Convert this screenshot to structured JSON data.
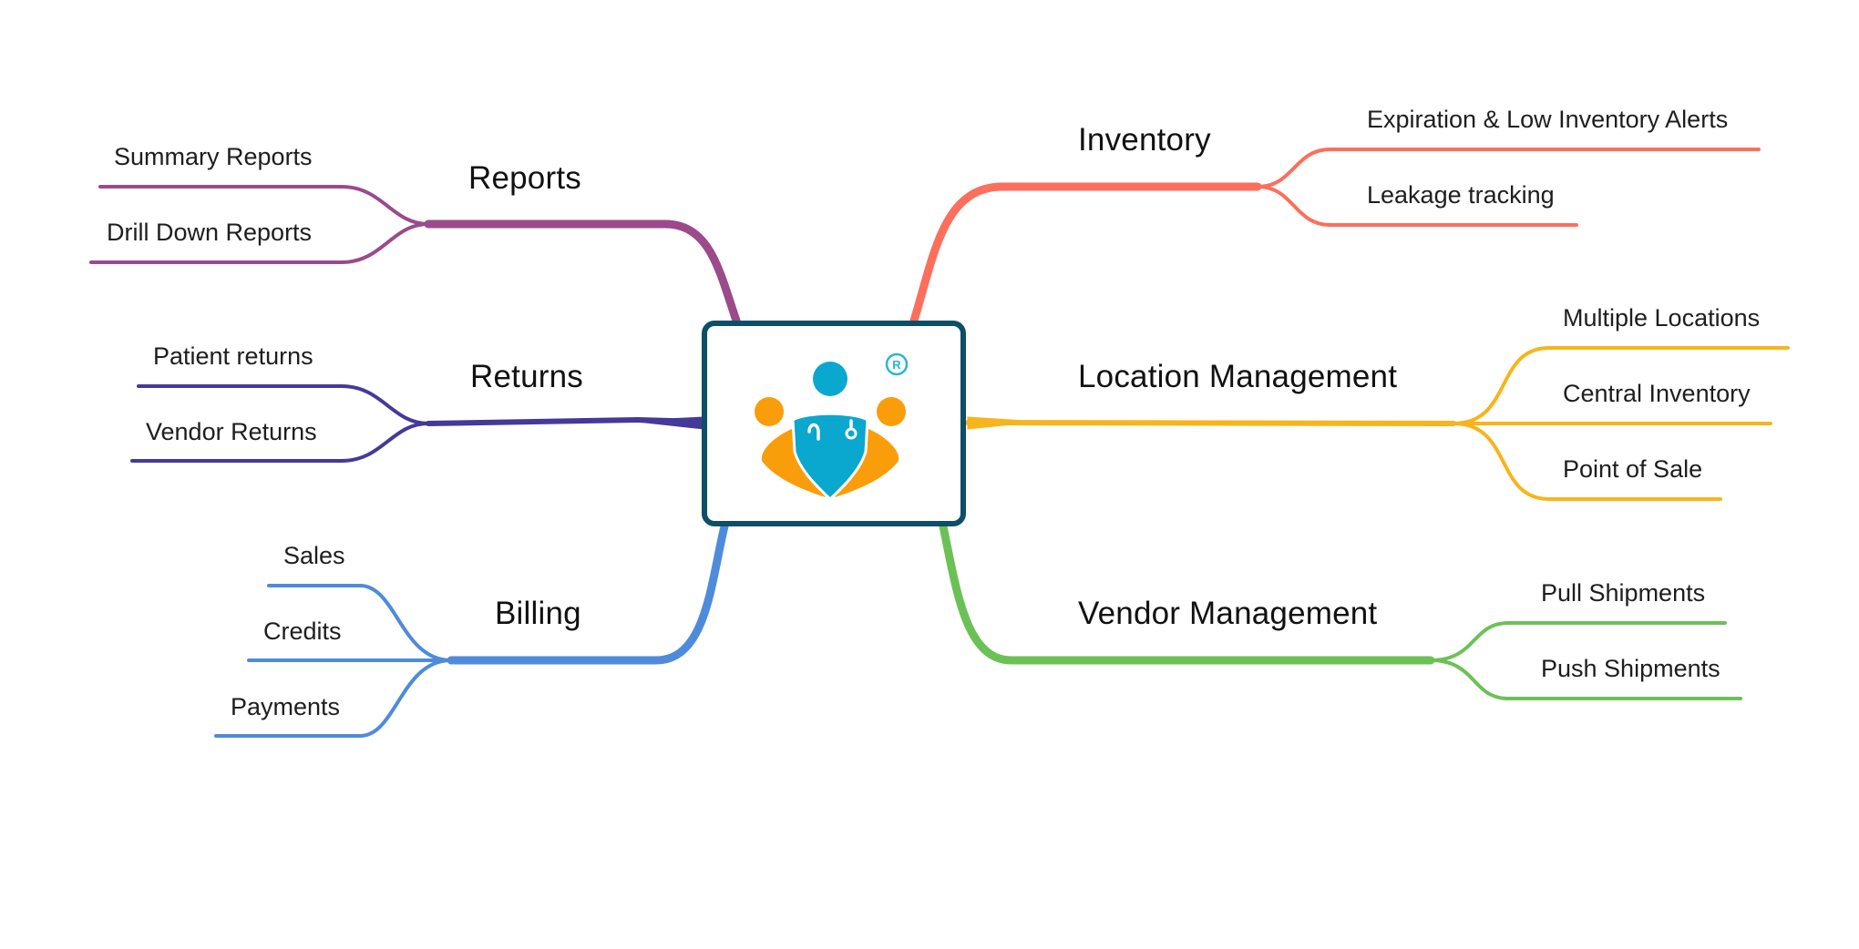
{
  "center": {
    "logo": "doctor-with-patients-logo",
    "registered_mark": "R",
    "border_color": "#0c4f66",
    "logo_colors": {
      "doctor": "#0aa7cf",
      "patients": "#f99d0b"
    }
  },
  "branches": [
    {
      "id": "reports",
      "label": "Reports",
      "side": "left",
      "color": "#9b4a8c",
      "children": [
        "Summary Reports",
        "Drill Down Reports"
      ]
    },
    {
      "id": "returns",
      "label": "Returns",
      "side": "left",
      "color": "#45399a",
      "children": [
        "Patient returns",
        "Vendor Returns"
      ]
    },
    {
      "id": "billing",
      "label": "Billing",
      "side": "left",
      "color": "#4f8bdb",
      "children": [
        "Sales",
        "Credits",
        "Payments"
      ]
    },
    {
      "id": "inventory",
      "label": "Inventory",
      "side": "right",
      "color": "#fb6f5c",
      "children": [
        "Expiration & Low Inventory Alerts",
        "Leakage tracking"
      ]
    },
    {
      "id": "location-management",
      "label": "Location Management",
      "side": "right",
      "color": "#f8b41b",
      "children": [
        "Multiple Locations",
        "Central Inventory",
        "Point of Sale"
      ]
    },
    {
      "id": "vendor-management",
      "label": "Vendor Management",
      "side": "right",
      "color": "#6cc156",
      "children": [
        "Pull Shipments",
        "Push Shipments"
      ]
    }
  ]
}
